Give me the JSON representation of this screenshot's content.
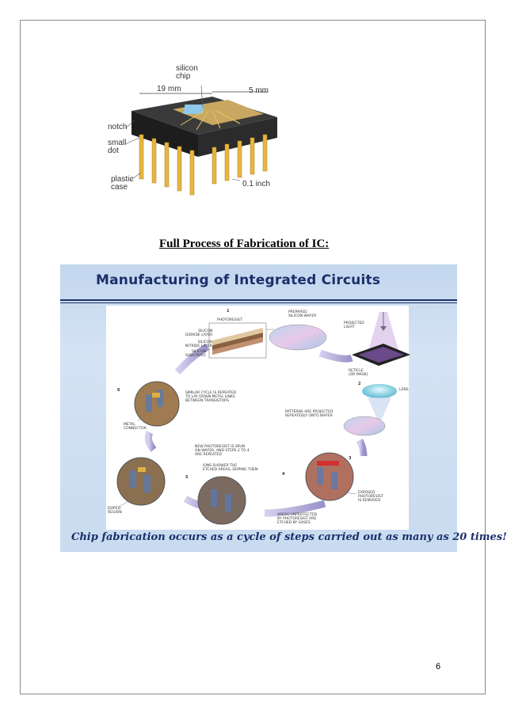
{
  "chip_figure": {
    "labels": {
      "silicon_chip": "silicon\nchip",
      "length": "19 mm",
      "width": "5 mm",
      "notch": "notch",
      "small_dot": "small\ndot",
      "plastic_case": "plastic\ncase",
      "pin_pitch": "0.1 inch"
    }
  },
  "heading": "Full Process of Fabrication of IC:",
  "slide": {
    "title": "Manufacturing of Integrated Circuits",
    "caption": "Chip fabrication occurs as a cycle of steps carried out as many as 20 times!",
    "labels": {
      "photoresist": "PHOTORESIST",
      "silicon_dioxide": "SILICON\nDIOXIDE LAYER",
      "silicon_nitride": "SILICON\nNITRIDE LAYER",
      "silicon_substrate": "SILICON\nSUBSTRATE",
      "prepared_wafer": "PREPARED\nSILICON WAFER",
      "projected_light": "PROJECTED\nLIGHT",
      "reticle": "RETICLE\n(OR MASK)",
      "lens": "LENS",
      "patterns_projected": "PATTERNS ARE PROJECTED\nREPEATEDLY ONTO WAFER",
      "exposed_photoresist": "EXPOSED\nPHOTORESIST\nIS REMOVED",
      "areas_unprotected": "AREAS UNPROTECTED\nBY PHOTORESIST ARE\nETCHED BY GASES",
      "ions_shower": "IONS SHOWER THE\nETCHED AREAS, DOPING THEM",
      "doped_region": "DOPED\nREGION",
      "new_photoresist": "NEW PHOTORESIST IS SPUN\nON WAFER, AND STEPS 2 TO 4\nARE REPEATED",
      "metal_connector": "METAL\nCONNECTOR",
      "similar_cycle": "SIMILAR CYCLE IS REPEATED\nTO LAY DOWN METAL LINKS\nBETWEEN TRANSISTORS"
    },
    "step_numbers": [
      "1",
      "2",
      "3",
      "4",
      "5",
      "6"
    ]
  },
  "page_number": "6"
}
